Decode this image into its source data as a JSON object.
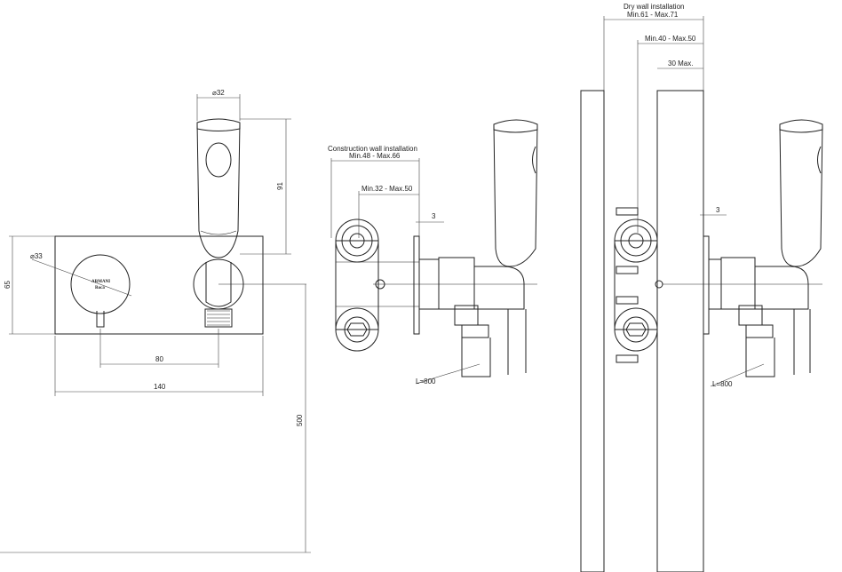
{
  "front_view": {
    "dia_handle": "⌀32",
    "handle_height": "91",
    "plate_height": "65",
    "dia_knob": "⌀33",
    "spacing": "80",
    "plate_width": "140",
    "hose_length": "500",
    "brand_line1": "ARMANI",
    "brand_line2": "Roca"
  },
  "construction_view": {
    "title": "Construction wall installation",
    "range_outer": "Min.48 - Max.66",
    "range_inner": "Min.32 - Max.50",
    "gap": "3",
    "hose_label": "L=800"
  },
  "dry_view": {
    "title": "Dry wall installation",
    "range_outer": "Min.61 - Max.71",
    "range_inner": "Min.40 - Max.50",
    "max_label": "30 Max.",
    "gap": "3",
    "hose_label": "L=800"
  }
}
